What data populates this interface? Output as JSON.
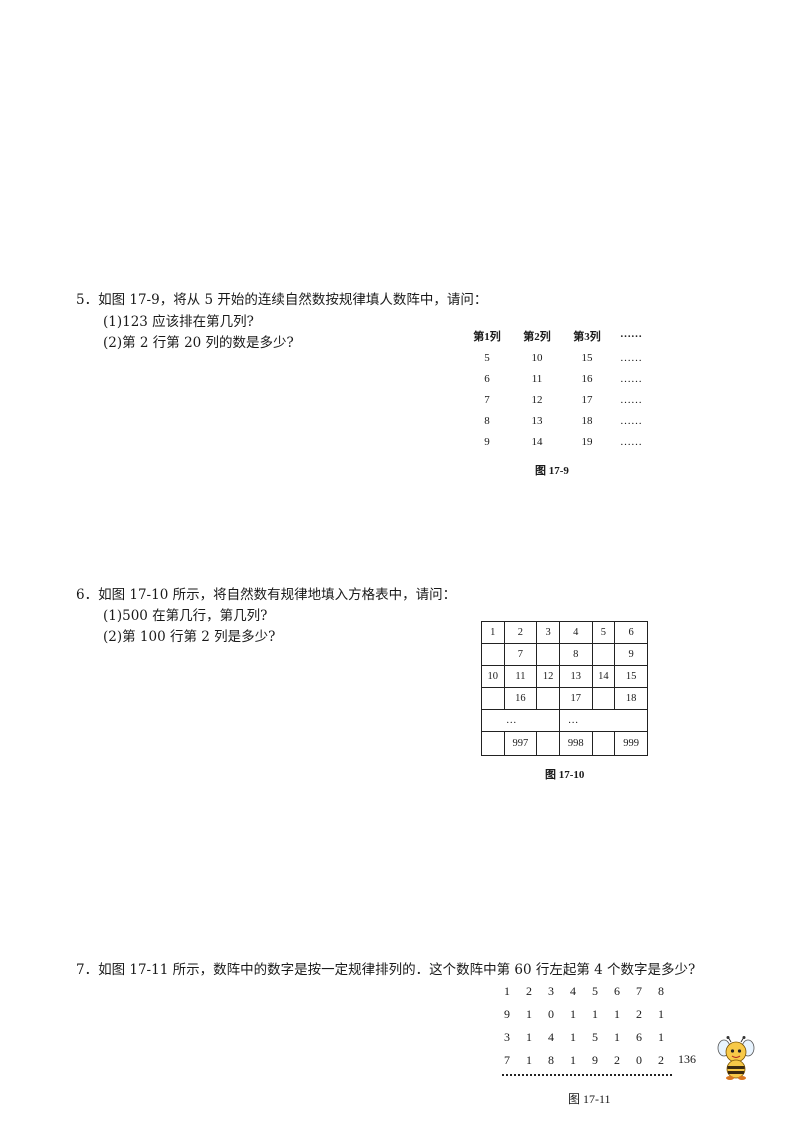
{
  "q5": {
    "title": "5．如图 17-9，将从 5 开始的连续自然数按规律填人数阵中，请问：",
    "sub1": "(1)123 应该排在第几列?",
    "sub2": "(2)第 2 行第 20 列的数是多少?"
  },
  "fig9": {
    "headers": [
      "第1列",
      "第2列",
      "第3列",
      "……"
    ],
    "rows": [
      [
        "5",
        "10",
        "15",
        "……"
      ],
      [
        "6",
        "11",
        "16",
        "……"
      ],
      [
        "7",
        "12",
        "17",
        "……"
      ],
      [
        "8",
        "13",
        "18",
        "……"
      ],
      [
        "9",
        "14",
        "19",
        "……"
      ]
    ],
    "caption": "图 17-9"
  },
  "q6": {
    "title": "6．如图 17-10 所示，将自然数有规律地填入方格表中，请问：",
    "sub1": "(1)500 在第几行，第几列?",
    "sub2": "(2)第 100 行第 2 列是多少?"
  },
  "fig10": {
    "rows": [
      [
        "1",
        "2",
        "3",
        "4",
        "5",
        "6"
      ],
      [
        "",
        "7",
        "",
        "8",
        "",
        "9"
      ],
      [
        "10",
        "11",
        "12",
        "13",
        "14",
        "15"
      ],
      [
        "",
        "16",
        "",
        "17",
        "",
        "18"
      ]
    ],
    "ellipsis": [
      "…",
      "…"
    ],
    "last_row": [
      "",
      "997",
      "",
      "998",
      "",
      "999"
    ],
    "caption": "图 17-10"
  },
  "q7": {
    "title": "7．如图 17-11 所示，数阵中的数字是按一定规律排列的．这个数阵中第 60 行左起第 4 个数字是多少?"
  },
  "fig11": {
    "rows": [
      [
        "1",
        "2",
        "3",
        "4",
        "5",
        "6",
        "7",
        "8"
      ],
      [
        "9",
        "1",
        "0",
        "1",
        "1",
        "1",
        "2",
        "1"
      ],
      [
        "3",
        "1",
        "4",
        "1",
        "5",
        "1",
        "6",
        "1"
      ],
      [
        "7",
        "1",
        "8",
        "1",
        "9",
        "2",
        "0",
        "2"
      ]
    ],
    "caption": "图 17-11"
  },
  "page_number": "136",
  "mascot": "bee-mascot-icon"
}
